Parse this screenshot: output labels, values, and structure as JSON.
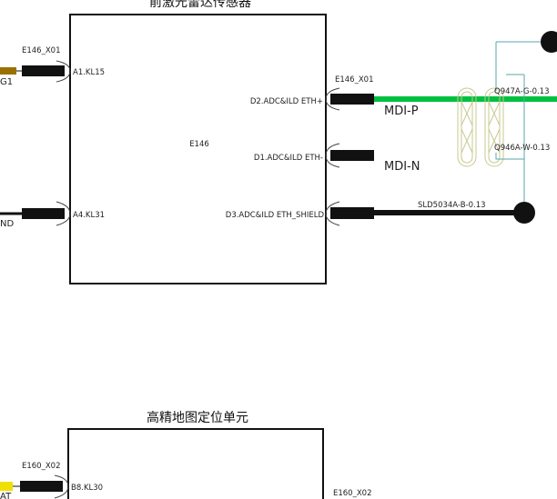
{
  "modules": [
    {
      "title": "前激光雷达传感器",
      "id_label": "E146",
      "connector_left": "E146_X01",
      "connector_right": "E146_X01",
      "pins_left": [
        "A1.KL15",
        "A4.KL31"
      ],
      "pins_right": [
        "D2.ADC&ILD ETH+",
        "D1.ADC&ILD ETH-",
        "D3.ADC&ILD ETH_SHIELD"
      ],
      "left_net_labels": [
        "G1",
        "ND"
      ]
    },
    {
      "title": "高精地图定位单元",
      "connector_left": "E160_X02",
      "connector_right": "E160_X02",
      "pins_left": [
        "B8.KL30"
      ],
      "left_net_labels": [
        "AT"
      ]
    }
  ],
  "signals": {
    "mdi_p": "MDI-P",
    "mdi_n": "MDI-N"
  },
  "wires": [
    "Q947A-G-0.13",
    "Q946A-W-0.13",
    "SLD5034A-B-0.13"
  ],
  "colors": {
    "wire_green": "#00c040",
    "wire_black": "#111111",
    "wire_teal": "#5aa6ad",
    "wire_brown": "#9a7000",
    "wire_yellow": "#f0e000",
    "twist": "#c8c890"
  }
}
